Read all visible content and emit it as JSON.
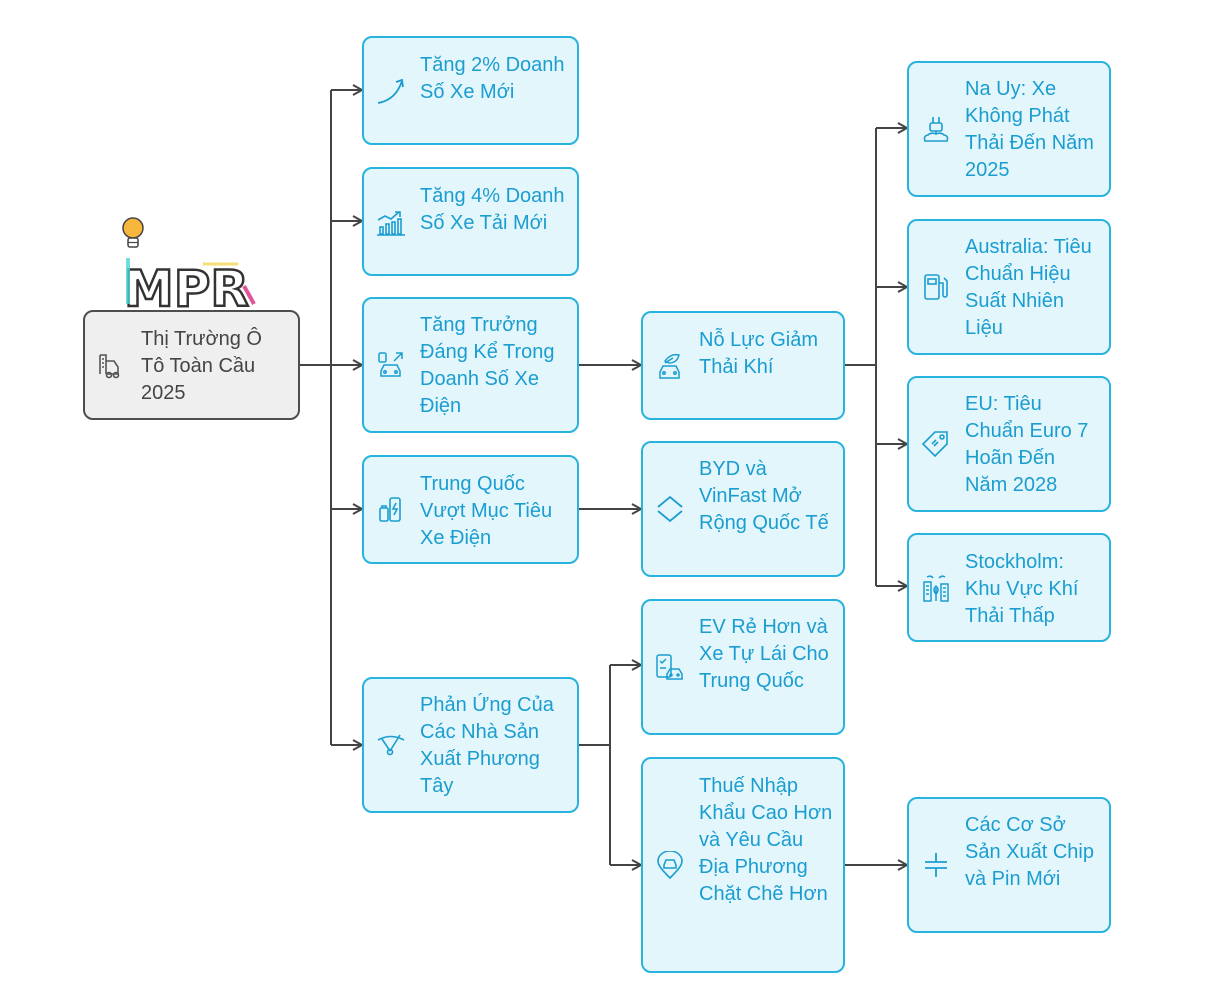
{
  "logo": {
    "text": "MPR"
  },
  "root": {
    "label": "Thị Trường Ô Tô Toàn Cầu 2025",
    "icon": "truck-icon"
  },
  "branches": [
    {
      "id": "sales-new",
      "label": "Tăng 2% Doanh Số Xe Mới",
      "icon": "trend-up-icon"
    },
    {
      "id": "trucks",
      "label": "Tăng 4% Doanh Số Xe Tải Mới",
      "icon": "bar-chart-icon"
    },
    {
      "id": "ev-growth",
      "label": "Tăng Trưởng Đáng Kể Trong Doanh Số Xe Điện",
      "icon": "electric-car-icon"
    },
    {
      "id": "china",
      "label": "Trung Quốc Vượt Mục Tiêu Xe Điện",
      "icon": "battery-charging-icon"
    },
    {
      "id": "western",
      "label": "Phản Ứng Của Các Nhà Sản Xuất Phương Tây",
      "icon": "wiper-icon"
    }
  ],
  "level2": [
    {
      "id": "emissions",
      "label": "Nỗ Lực Giảm Thải Khí",
      "icon": "eco-car-icon"
    },
    {
      "id": "byd",
      "label": "BYD và VinFast Mở Rộng Quốc Tế",
      "icon": "expand-chevrons-icon"
    },
    {
      "id": "cheap-ev",
      "label": "EV Rẻ Hơn và Xe Tự Lái Cho Trung Quốc",
      "icon": "checklist-car-icon"
    },
    {
      "id": "tariffs",
      "label": "Thuế Nhập Khẩu Cao Hơn và Yêu Cầu Địa Phương Chặt Chẽ Hơn",
      "icon": "location-car-icon"
    }
  ],
  "level3": [
    {
      "id": "norway",
      "label": "Na Uy: Xe Không Phát Thải Đến Năm 2025",
      "icon": "plug-icon"
    },
    {
      "id": "australia",
      "label": "Australia: Tiêu Chuẩn Hiệu Suất Nhiên Liệu",
      "icon": "fuel-pump-icon"
    },
    {
      "id": "eu",
      "label": "EU: Tiêu Chuẩn Euro 7 Hoãn Đến Năm 2028",
      "icon": "tag-icon"
    },
    {
      "id": "stockholm",
      "label": "Stockholm: Khu Vực Khí Thải Thấp",
      "icon": "city-icon"
    },
    {
      "id": "chips",
      "label": "Các Cơ Sở Sản Xuất Chip và Pin Mới",
      "icon": "capacitor-icon"
    }
  ],
  "colors": {
    "node_fill": "#e2f6fc",
    "node_border": "#28b3df",
    "node_text": "#1b9dd0",
    "root_fill": "#efefef",
    "root_border": "#4e4e4e",
    "connector": "#444444"
  }
}
